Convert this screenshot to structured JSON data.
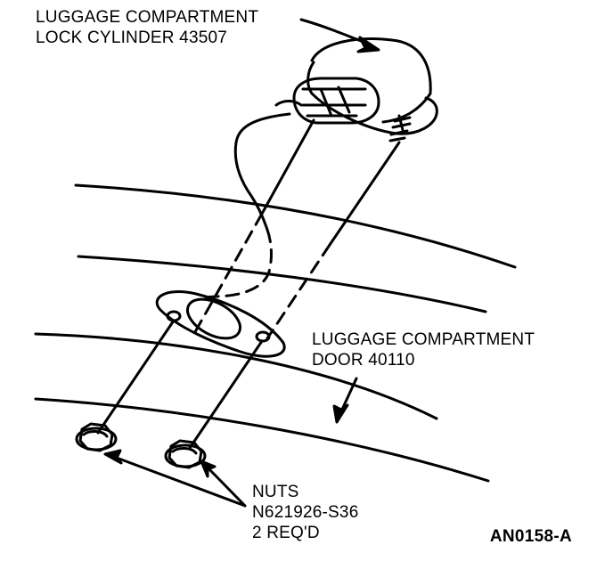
{
  "labels": {
    "lock_cylinder": {
      "line1": "LUGGAGE COMPARTMENT",
      "line2": "LOCK CYLINDER 43507"
    },
    "door": {
      "line1": "LUGGAGE COMPARTMENT",
      "line2": "DOOR 40110"
    },
    "nuts": {
      "line1": "NUTS",
      "line2": "N621926-S36",
      "line3": "2 REQ'D"
    }
  },
  "figure_id": "AN0158-A"
}
